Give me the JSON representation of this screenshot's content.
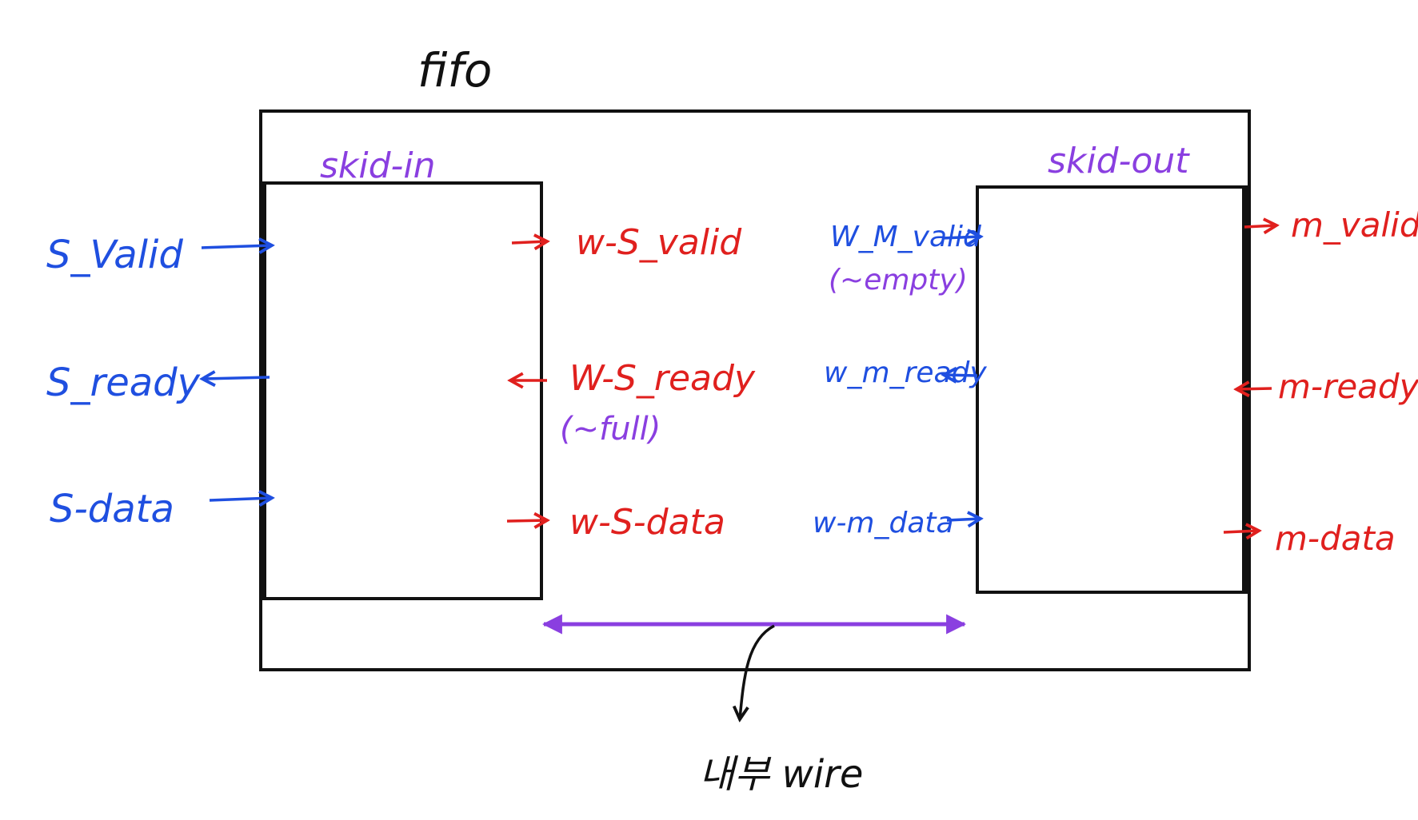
{
  "colors": {
    "outline": "#111111",
    "slave_side": "#1f4fe0",
    "master_side": "#e0201e",
    "annotation": "#8a3fe0"
  },
  "outer_block": {
    "title": "fifo"
  },
  "skid_in": {
    "title": "skid-in",
    "inputs": {
      "s_valid": "S_Valid",
      "s_ready": "S_ready",
      "s_data": "S-data"
    },
    "outputs": {
      "w_s_valid": "w-S_valid",
      "w_s_ready": "W-S_ready",
      "w_s_ready_note": "(~full)",
      "w_s_data": "w-S-data"
    }
  },
  "skid_out": {
    "title": "skid-out",
    "inputs": {
      "w_m_valid": "W_M_valid",
      "w_m_valid_note": "(~empty)",
      "w_m_ready": "w_m_ready",
      "w_m_data": "w-m_data"
    },
    "outputs": {
      "m_valid": "m_valid",
      "m_ready": "m-ready",
      "m_data": "m-data"
    }
  },
  "wire_annotation": {
    "label": "내부 wire"
  }
}
